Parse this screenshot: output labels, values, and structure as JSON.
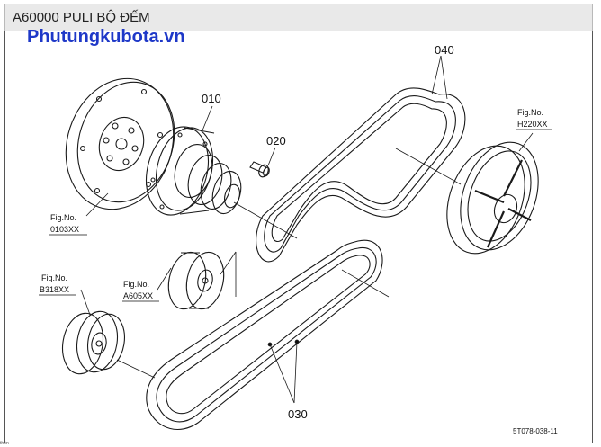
{
  "header": {
    "title": "A60000 PULI BỘ ĐẾM"
  },
  "watermark": {
    "text": "Phutungkubota.vn"
  },
  "callouts": {
    "p010": "010",
    "p020": "020",
    "p030": "030",
    "p040": "040"
  },
  "figrefs": {
    "fig_0103": {
      "label": "Fig.No.",
      "code": "0103XX"
    },
    "fig_b318": {
      "label": "Fig.No.",
      "code": "B318XX"
    },
    "fig_a605": {
      "label": "Fig.No.",
      "code": "A605XX"
    },
    "fig_h220": {
      "label": "Fig.No.",
      "code": "H220XX"
    }
  },
  "drawing_code": "5T078-038-11",
  "footer": {
    "text": "thôn"
  }
}
